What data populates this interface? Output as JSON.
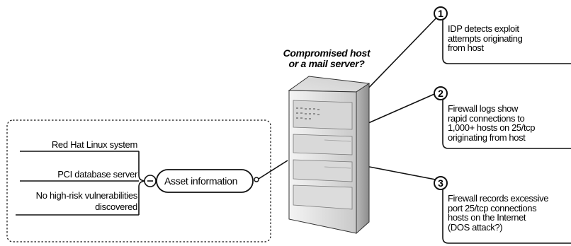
{
  "server": {
    "caption_line1": "Compromised host",
    "caption_line2": "or a mail server?"
  },
  "asset": {
    "label": "Asset information",
    "items": [
      "Red Hat Linux system",
      "PCI database server",
      "No high-risk vulnerabilities",
      "discovered"
    ]
  },
  "events": [
    {
      "number": "1",
      "text": "IDP detects exploit\nattempts originating\nfrom host"
    },
    {
      "number": "2",
      "text": "Firewall logs show\nrapid connections to\n1,000+ hosts on 25/tcp\noriginating from host"
    },
    {
      "number": "3",
      "text": "Firewall records excessive\nport 25/tcp connections\nhosts on the Internet\n(DOS attack?)"
    }
  ]
}
